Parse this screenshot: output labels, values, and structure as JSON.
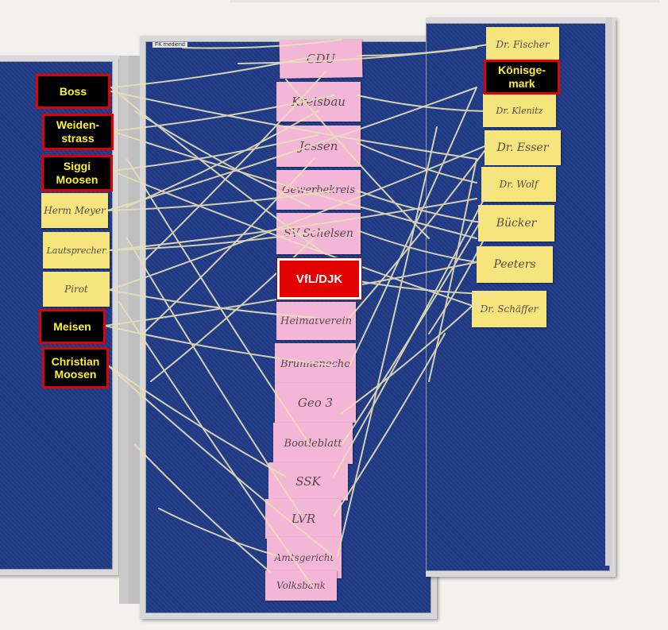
{
  "background": {
    "board_color": "#1f3b86",
    "frame_color": "#d8d8d8",
    "string_color": "#e8dfb8"
  },
  "board_label": "FK mediend",
  "left_tags": [
    {
      "text": "Boss"
    },
    {
      "text": "Weiden-\nstrass"
    },
    {
      "text": "Siggi\nMoosen"
    },
    {
      "text": "Meisen"
    },
    {
      "text": "Christian\nMoosen"
    }
  ],
  "left_cards": [
    {
      "text": "Herm Meyer"
    },
    {
      "text": "Lautsprecher"
    },
    {
      "text": "Pirot"
    }
  ],
  "middle_cards": [
    {
      "text": "CDU"
    },
    {
      "text": "Kreisbau"
    },
    {
      "text": "Jessen"
    },
    {
      "text": "Gewerbekreis"
    },
    {
      "text": "SV Schelsen"
    },
    {
      "text": "Heimatverein"
    },
    {
      "text": "Brunnenecho"
    },
    {
      "text": "Geo 3"
    },
    {
      "text": "Bootleblatt"
    },
    {
      "text": "SSK"
    },
    {
      "text": "LVR"
    },
    {
      "text": "Amtsgericht"
    },
    {
      "text": "Volksbank"
    }
  ],
  "center_tag": {
    "text": "VfL/DJK"
  },
  "right_tag": {
    "text": "Könisge-\nmark"
  },
  "right_cards": [
    {
      "text": "Dr. Fischer"
    },
    {
      "text": "Dr. Klenitz"
    },
    {
      "text": "Dr. Esser"
    },
    {
      "text": "Dr. Wolf"
    },
    {
      "text": "Bücker"
    },
    {
      "text": "Peeters"
    },
    {
      "text": "Dr. Schäffer"
    }
  ]
}
